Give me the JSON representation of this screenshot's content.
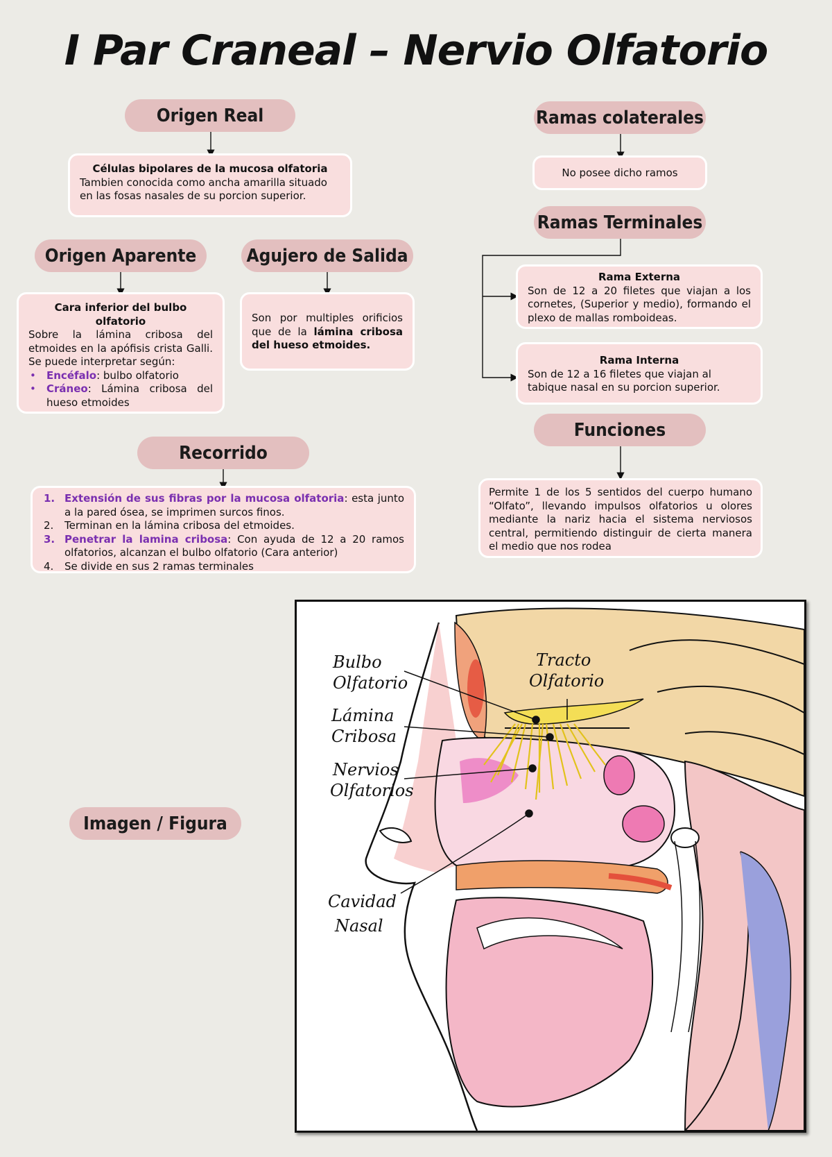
{
  "title": "I Par Craneal – Nervio Olfatorio",
  "origen_real": {
    "heading": "Origen Real",
    "bold": "Células bipolares de la mucosa olfatoria",
    "text": "Tambien conocida como ancha amarilla situado en las fosas nasales de su porcion superior."
  },
  "origen_aparente": {
    "heading": "Origen Aparente",
    "bold": "Cara inferior del bulbo olfatorio",
    "text": "Sobre la lámina cribosa del etmoides en la apófisis crista Galli. Se puede interpretar según:",
    "items": [
      {
        "term": "Encéfalo",
        "rest": ": bulbo olfatorio"
      },
      {
        "term": "Cráneo",
        "rest": ": Lámina cribosa del hueso etmoides"
      }
    ]
  },
  "agujero": {
    "heading": "Agujero de Salida",
    "text_a": "Son por multiples orificios que de la ",
    "text_b": "lámina cribosa del hueso etmoides."
  },
  "recorrido": {
    "heading": "Recorrido",
    "steps": [
      {
        "num": "1.",
        "hl": "Extensión de sus fibras por la mucosa olfatoria",
        "rest": ": esta junto a la pared ósea, se imprimen surcos finos."
      },
      {
        "num": "2.",
        "hl": "",
        "rest": "Terminan en la lámina cribosa del etmoides."
      },
      {
        "num": "3.",
        "hl": "Penetrar la lamina cribosa",
        "rest": ": Con ayuda de 12 a 20 ramos olfatorios, alcanzan el bulbo olfatorio (Cara anterior)"
      },
      {
        "num": "4.",
        "hl": "",
        "rest": "Se divide en sus 2 ramas terminales"
      }
    ]
  },
  "ramas_colaterales": {
    "heading": "Ramas colaterales",
    "text": "No posee dicho ramos"
  },
  "ramas_terminales": {
    "heading": "Ramas Terminales",
    "externa": {
      "title": "Rama Externa",
      "text": "Son de 12 a 20 filetes que viajan a los cornetes, (Superior y medio), formando el plexo de mallas romboideas."
    },
    "interna": {
      "title": "Rama Interna",
      "text": "Son de 12 a 16 filetes que viajan al tabique nasal en su porcion superior."
    }
  },
  "funciones": {
    "heading": "Funciones",
    "text": "Permite 1 de los 5 sentidos del cuerpo humano “Olfato”, llevando impulsos olfatorios u olores mediante la nariz hacia el sistema nerviosos central, permitiendo distinguir de cierta manera el medio que nos rodea"
  },
  "imagen": {
    "heading": "Imagen / Figura",
    "labels": {
      "bulbo_1": "Bulbo",
      "bulbo_2": "Olfatorio",
      "tracto_1": "Tracto",
      "tracto_2": "Olfatorio",
      "lamina_1": "Lámina",
      "lamina_2": "Cribosa",
      "nervios_1": "Nervios",
      "nervios_2": "Olfatorios",
      "cavidad_1": "Cavidad",
      "cavidad_2": "Nasal"
    }
  },
  "colors": {
    "background": "#ecebe6",
    "pill": "#e3bfbf",
    "box": "#f9dede",
    "accent": "#7a2fb0"
  }
}
